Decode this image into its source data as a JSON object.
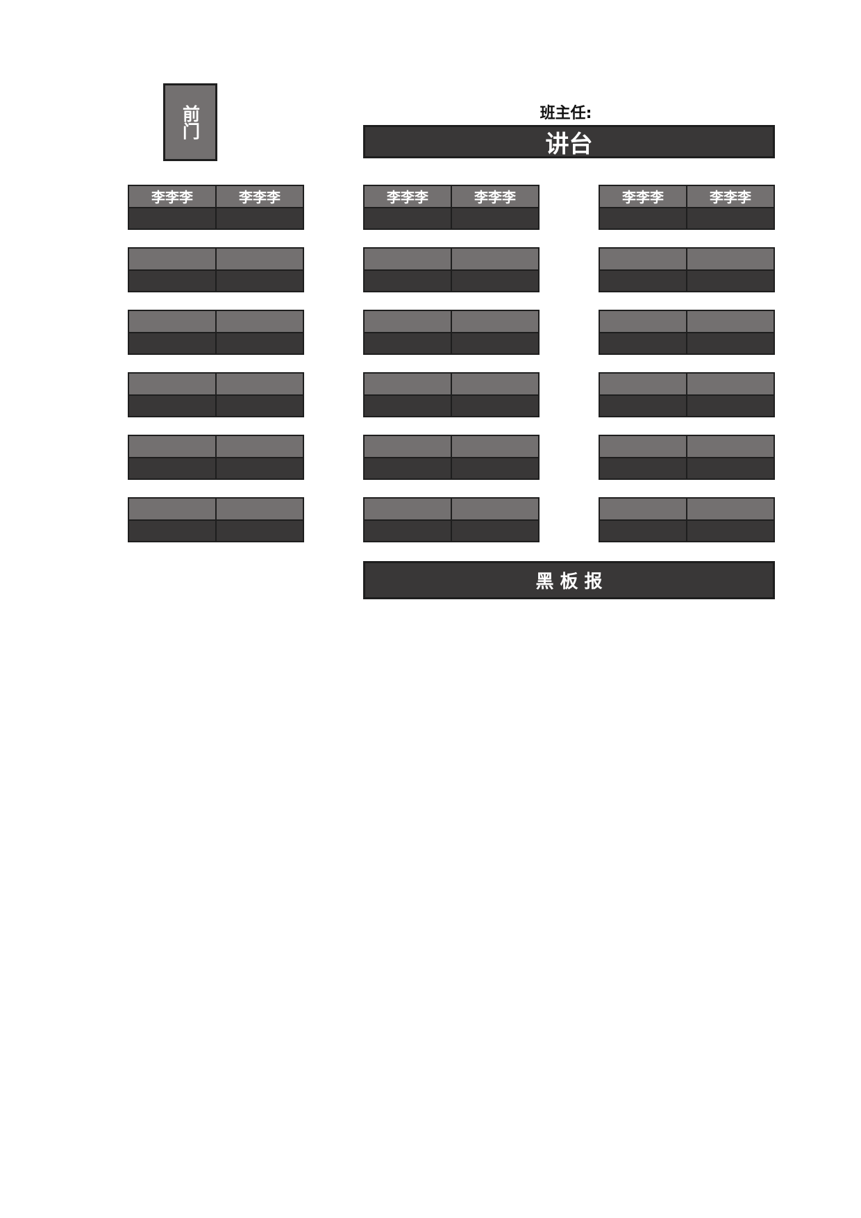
{
  "front_door": {
    "label": "前门"
  },
  "teacher": {
    "label": "班主任:"
  },
  "podium": {
    "label": "讲台"
  },
  "blackboard": {
    "label": "黑 板 报"
  },
  "seating": {
    "groups": [
      {
        "rows": [
          [
            "李李李",
            "李李李"
          ],
          [
            "",
            ""
          ],
          [
            "",
            ""
          ],
          [
            "",
            ""
          ],
          [
            "",
            ""
          ],
          [
            "",
            ""
          ]
        ]
      },
      {
        "rows": [
          [
            "李李李",
            "李李李"
          ],
          [
            "",
            ""
          ],
          [
            "",
            ""
          ],
          [
            "",
            ""
          ],
          [
            "",
            ""
          ],
          [
            "",
            ""
          ]
        ]
      },
      {
        "rows": [
          [
            "李李李",
            "李李李"
          ],
          [
            "",
            ""
          ],
          [
            "",
            ""
          ],
          [
            "",
            ""
          ],
          [
            "",
            ""
          ],
          [
            "",
            ""
          ]
        ]
      }
    ]
  },
  "colors": {
    "seat_upper": "#737070",
    "seat_lower": "#393737",
    "border": "#1e1e1e"
  }
}
